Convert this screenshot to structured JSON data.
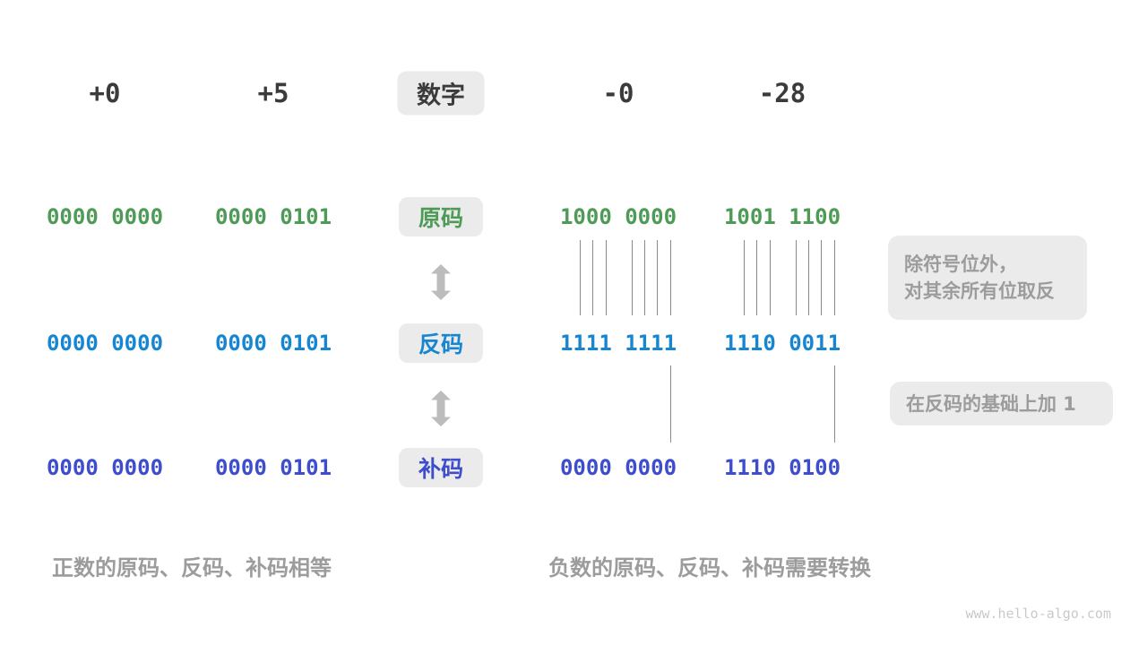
{
  "palette": {
    "ink": "#3b3b3b",
    "green": "#4e9b57",
    "blue": "#1786d2",
    "indigo": "#3d4dcb",
    "muted_gray": "#9c9c9c",
    "chip_background": "#ebebeb",
    "connector_gray": "#8a8a8a",
    "arrow_gray": "#bcbcbc",
    "watermark_gray": "#c9c9c9"
  },
  "header": {
    "label": "数字",
    "numbers": [
      "+0",
      "+5",
      "-0",
      "-28"
    ]
  },
  "rows": [
    {
      "label": "原码",
      "values": [
        "0000 0000",
        "0000 0101",
        "1000 0000",
        "1001 1100"
      ]
    },
    {
      "label": "反码",
      "values": [
        "0000 0000",
        "0000 0101",
        "1111 1111",
        "1110 0011"
      ]
    },
    {
      "label": "补码",
      "values": [
        "0000 0000",
        "0000 0101",
        "0000 0000",
        "1110 0100"
      ]
    }
  ],
  "notes": [
    {
      "lines": [
        "除符号位外，",
        "对其余所有位取反"
      ]
    },
    {
      "lines": [
        "在反码的基础上加 1"
      ]
    }
  ],
  "captions": [
    "正数的原码、反码、补码相等",
    "负数的原码、反码、补码需要转换"
  ],
  "watermark": "www.hello-algo.com",
  "icons": {
    "convert_arrow": "double-vertical-arrow"
  }
}
